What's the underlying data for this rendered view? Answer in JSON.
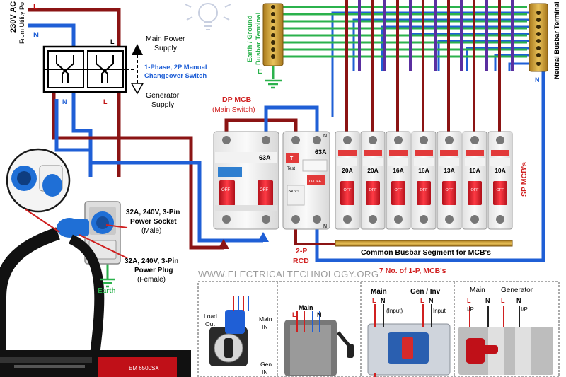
{
  "supply": {
    "utility_voltage": "230V AC",
    "utility_source": "From Utility Po",
    "line_letter": "L",
    "neutral_letter": "N"
  },
  "changeover": {
    "main_label_1": "Main Power",
    "main_label_2": "Supply",
    "switch_label_1": "1-Phase, 2P Manual",
    "switch_label_2": "Changeover Switch",
    "gen_label_1": "Generator",
    "gen_label_2": "Supply",
    "switch_n": "N",
    "switch_l": "L",
    "top_l": "L"
  },
  "socket": {
    "socket_1": "32A, 240V, 3-Pin",
    "socket_2": "Power Socket",
    "socket_3": "(Male)",
    "plug_1": "32A, 240V, 3-Pin",
    "plug_2": "Power Plug",
    "plug_3": "(Female)",
    "earth": "Earth"
  },
  "busbars": {
    "earth_1": "Earth / Ground",
    "earth_2": "Busbar Terminal",
    "earth_e": "E",
    "neutral": "Neutral Busbar Terminal",
    "neutral_n": "N"
  },
  "dp_mcb": {
    "title_1": "DP MCB",
    "title_2": "(Main Switch)",
    "rating": "63A",
    "off1": "OFF",
    "off2": "OFF"
  },
  "rcd": {
    "label_1": "2-P",
    "label_2": "RCD",
    "rating": "63A",
    "test": "Test",
    "t_btn": "T",
    "off": "O-OFF",
    "spec": "240V~",
    "n_top": "N",
    "n_bottom": "N"
  },
  "mcbs": {
    "ratings": [
      "20A",
      "20A",
      "16A",
      "16A",
      "13A",
      "10A",
      "10A"
    ],
    "off": "OFF",
    "side_label": "SP MCB's",
    "busbar_label": "Common Busbar Segment for MCB's",
    "count_label": "7 No. of 1-P, MCB's"
  },
  "watermark": "WWW.ELECTRICALTECHNOLOGY.ORG",
  "generator_model": "EM 6500SX",
  "panels": {
    "p1_load": "Load",
    "p1_out": "Out",
    "p1_main": "Main",
    "p1_in": "IN",
    "p1_gen": "Gen",
    "p1_in2": "IN",
    "p2_main": "Main",
    "p2_l": "L",
    "p2_n": "N",
    "p3_main": "Main",
    "p3_gen": "Gen / Inv",
    "p3_l": "L",
    "p3_n": "N",
    "p3_input": "(Input)",
    "p3_l2": "L",
    "p3_n2": "N",
    "p3_input2": "Input",
    "p4_main": "Main",
    "p4_gen": "Generator",
    "p4_l": "L",
    "p4_n": "N",
    "p4_ip": "I/P",
    "p4_l2": "L",
    "p4_n2": "N",
    "p4_ip2": "I/P"
  }
}
